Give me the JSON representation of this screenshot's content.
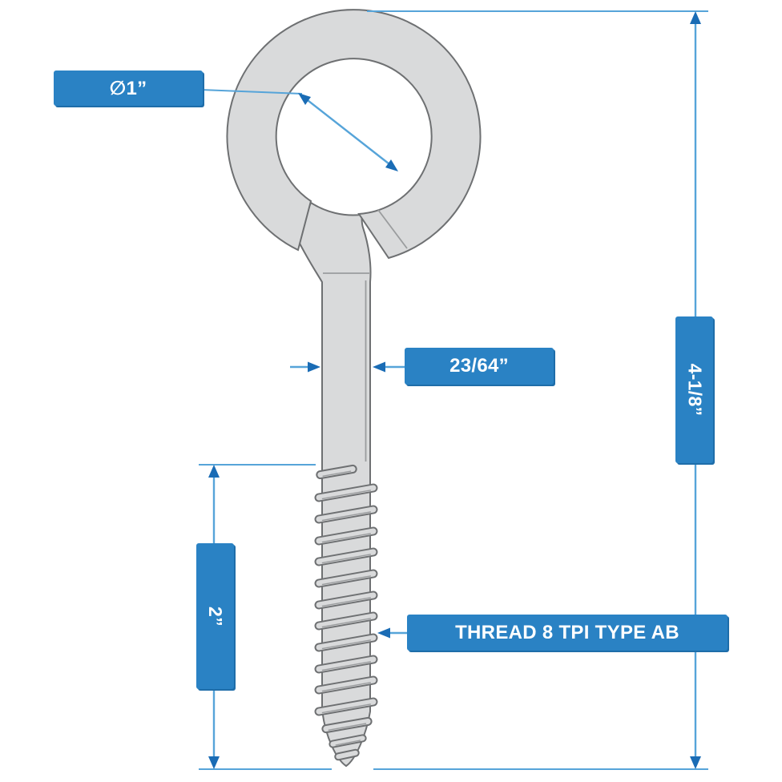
{
  "labels": {
    "eye_diameter": "∅1”",
    "shank_diameter": "23/64”",
    "overall_length": "4-1/8”",
    "thread_length": "2”",
    "thread_spec": "THREAD 8 TPI TYPE AB"
  },
  "colors": {
    "label_bg": "#2a82c4",
    "label_text": "#ffffff",
    "label_shadow": "#1e6da9",
    "dim_line": "#56a4d9",
    "arrowhead": "#1a6cb5",
    "body_fill": "#d9dadb",
    "body_outline": "#6e7072",
    "detail_line": "#9a9c9e"
  }
}
